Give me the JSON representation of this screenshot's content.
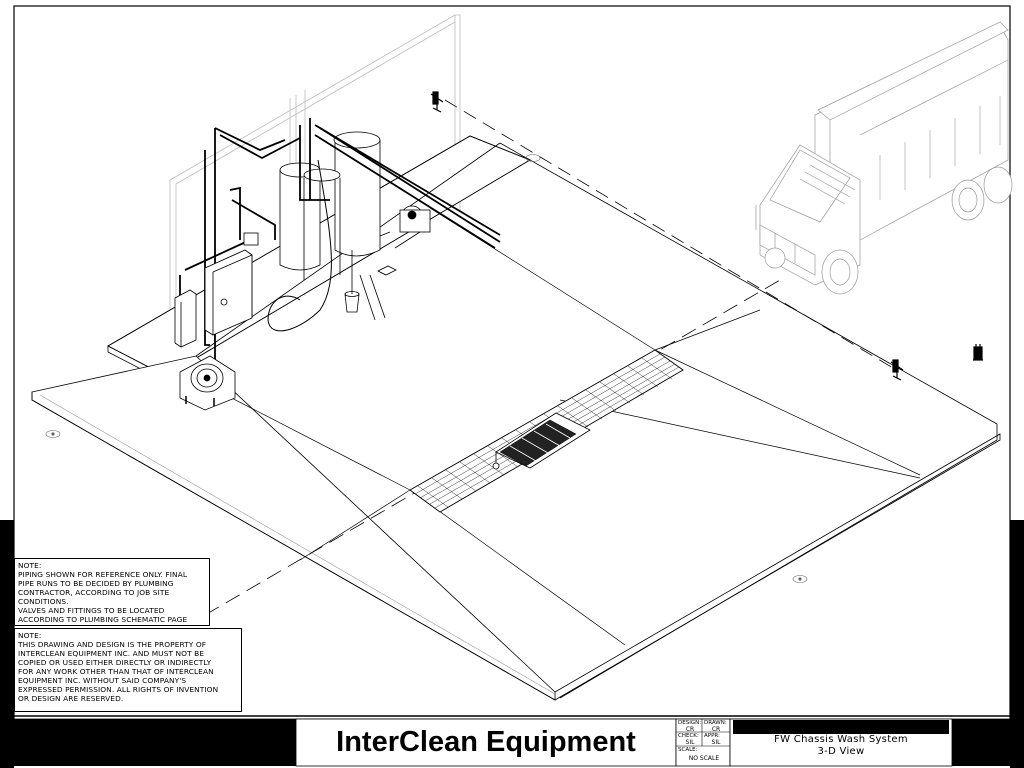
{
  "notes": [
    {
      "heading": "NOTE:",
      "text": "PIPING SHOWN FOR REFERENCE ONLY. FINAL\nPIPE RUNS TO BE DECIDED BY PLUMBING\nCONTRACTOR, ACCORDING TO JOB SITE\nCONDITIONS.\nVALVES AND FITTINGS TO BE LOCATED\nACCORDING TO PLUMBING SCHEMATIC PAGE"
    },
    {
      "heading": "NOTE:",
      "text": "THIS DRAWING AND DESIGN IS THE PROPERTY OF\nINTERCLEAN EQUIPMENT INC. AND MUST NOT BE\nCOPIED OR USED EITHER DIRECTLY OR INDIRECTLY\nFOR ANY WORK OTHER THAN THAT OF INTERCLEAN\nEQUIPMENT INC. WITHOUT SAID COMPANY'S\nEXPRESSED PERMISSION. ALL RIGHTS OF INVENTION\nOR DESIGN ARE RESERVED."
    }
  ],
  "title_block": {
    "company": "InterClean Equipment",
    "design_label": "DESIGN:",
    "design_value": "CR",
    "drawn_label": "DRAWN:",
    "drawn_value": "CR",
    "check_label": "CHECK:",
    "check_value": "SIL",
    "appr_label": "APPR:",
    "appr_value": "SIL",
    "scale_label": "SCALE:",
    "scale_value": "NO SCALE",
    "title_line1": "FW Chassis Wash System",
    "title_line2": "3-D View"
  }
}
